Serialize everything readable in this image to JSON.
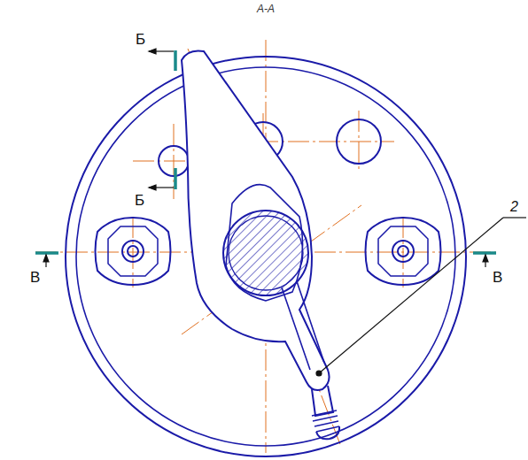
{
  "diagram": {
    "title": "А-А",
    "labels": [
      "Б",
      "Б",
      "В",
      "В",
      "2"
    ]
  }
}
